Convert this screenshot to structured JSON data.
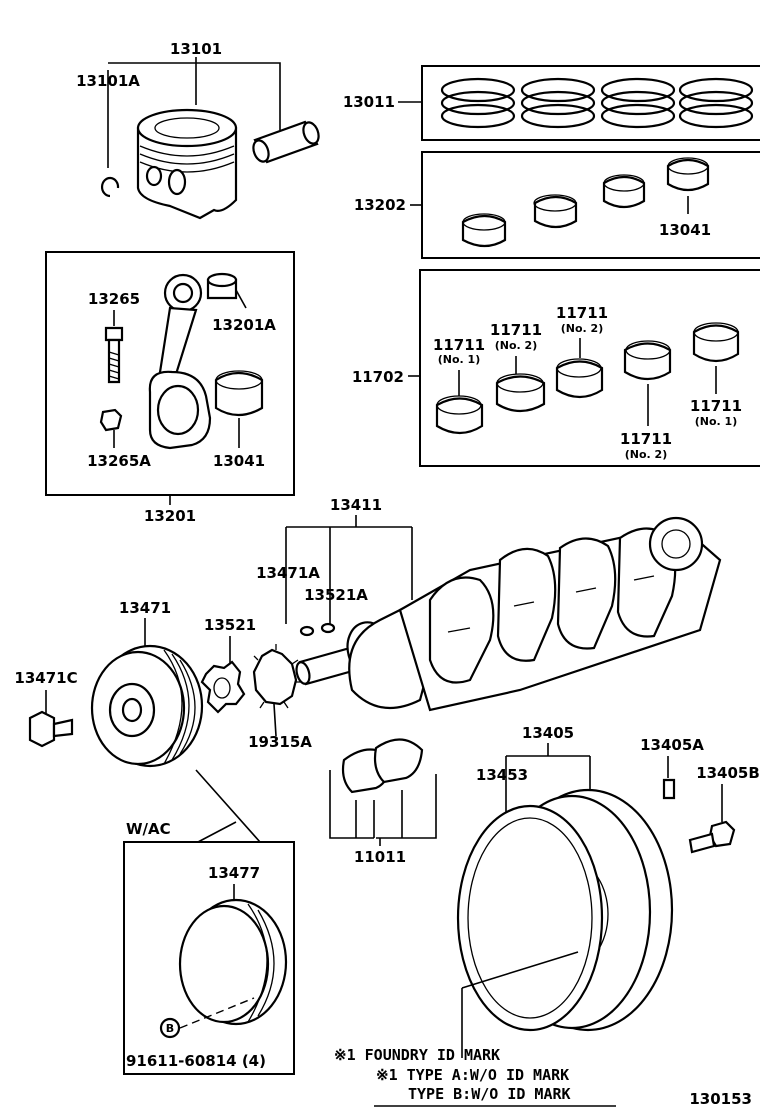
{
  "part_labels": {
    "p13101": "13101",
    "p13101A": "13101A",
    "p13011": "13011",
    "p13202": "13202",
    "p13041_top": "13041",
    "p13265": "13265",
    "p13201A": "13201A",
    "p13265A": "13265A",
    "p13041_rod": "13041",
    "p13201": "13201",
    "p11702": "11702",
    "b11711_a": "11711",
    "b11711_a_sub": "(No. 1)",
    "b11711_b": "11711",
    "b11711_b_sub": "(No. 2)",
    "b11711_c": "11711",
    "b11711_c_sub": "(No. 2)",
    "b11711_d": "11711",
    "b11711_d_sub": "(No. 2)",
    "b11711_e": "11711",
    "b11711_e_sub": "(No. 1)",
    "p13411": "13411",
    "p13471A": "13471A",
    "p13521A": "13521A",
    "p13471": "13471",
    "p13521": "13521",
    "p13471C": "13471C",
    "p19315A": "19315A",
    "p11011": "11011",
    "p13405": "13405",
    "p13453": "13453",
    "p13405A": "13405A",
    "p13405B": "13405B",
    "wac": "W/AC",
    "p13477": "13477",
    "bolt_ref": "91611-60814 (4)",
    "bolt_mark": "B"
  },
  "notes": {
    "foundry_mark": "※1  FOUNDRY ID MARK",
    "type_a": "※1 TYPE  A:W/O  ID  MARK",
    "type_b": "TYPE  B:W/O  ID  MARK",
    "figure_id": "130153"
  }
}
